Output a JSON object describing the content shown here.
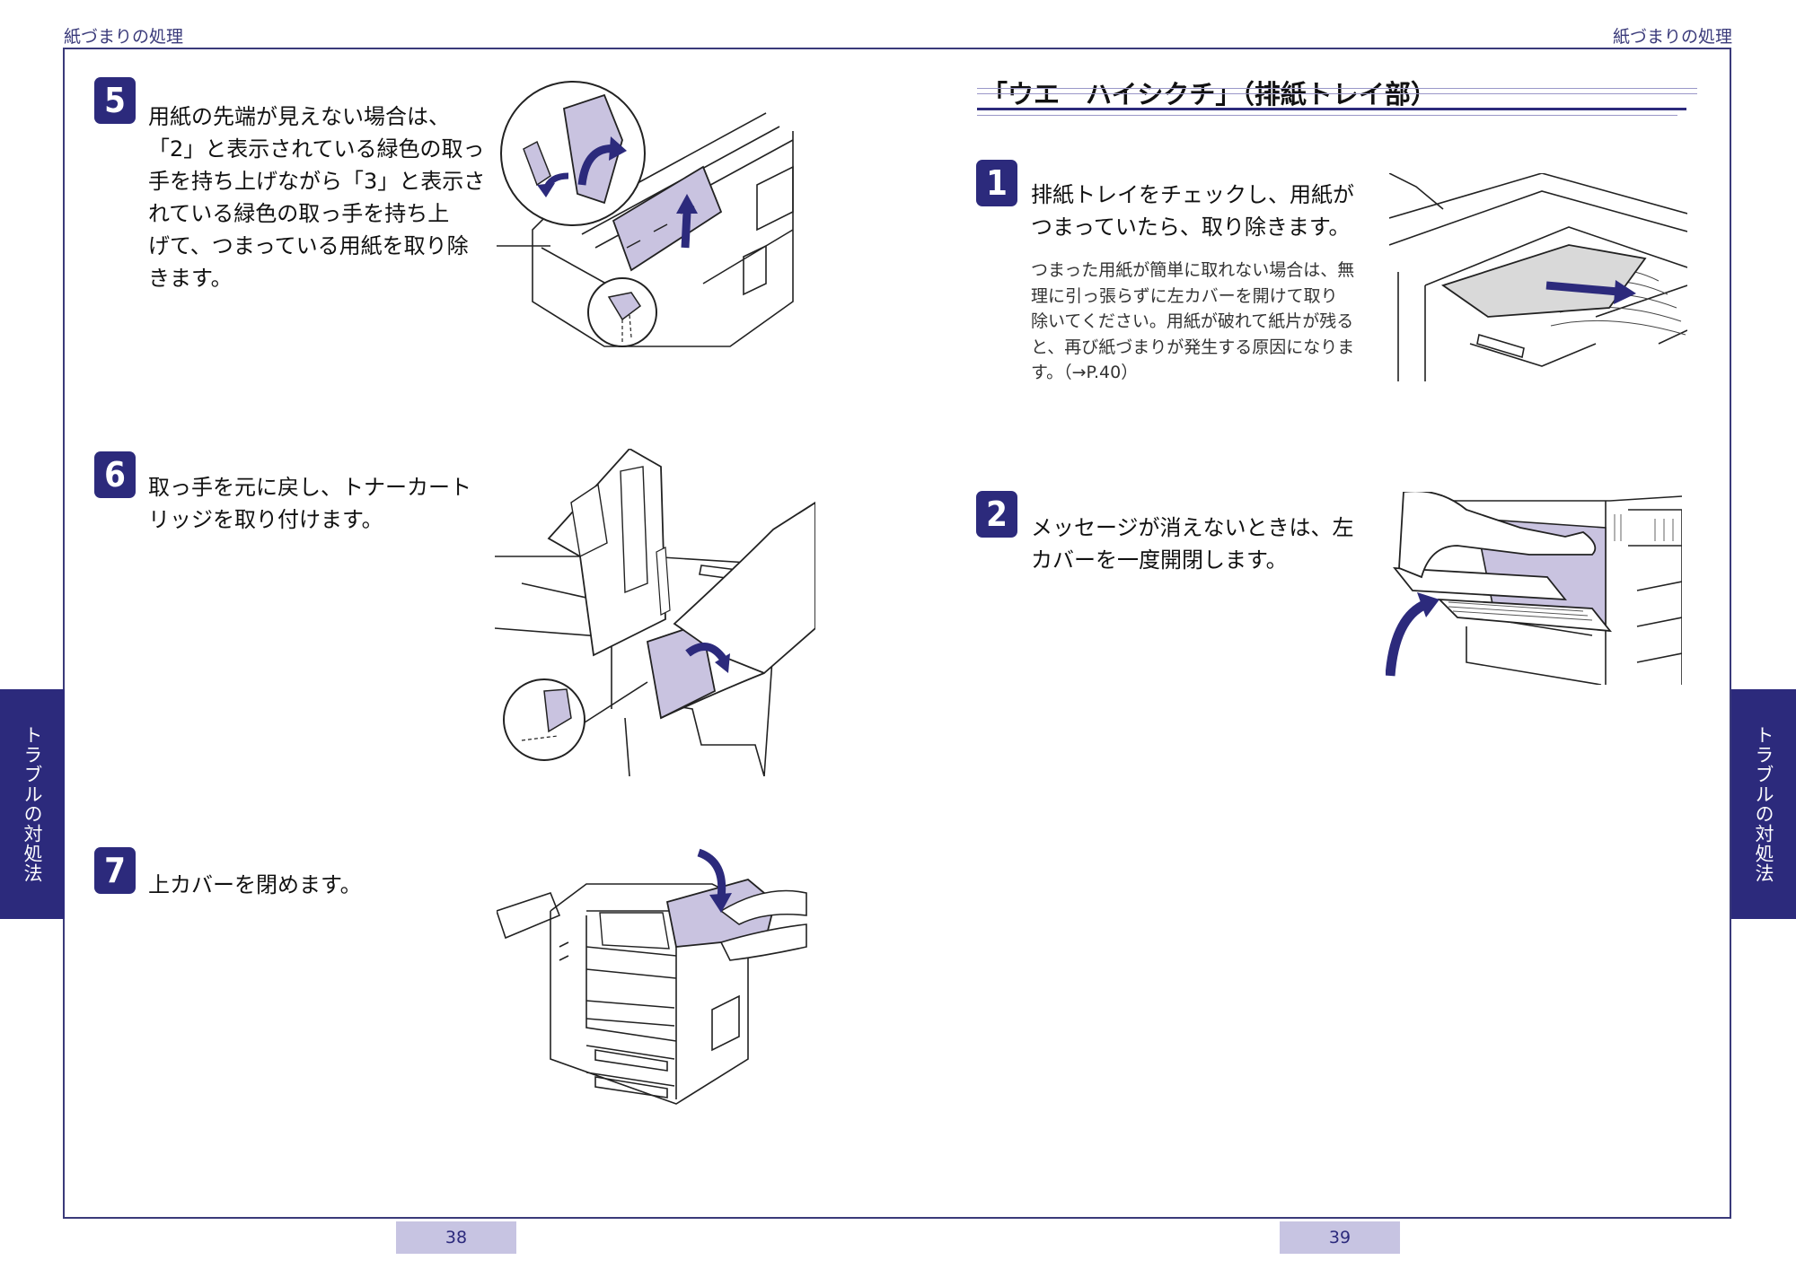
{
  "running_head": {
    "left": "紙づまりの処理",
    "right": "紙づまりの処理"
  },
  "side_tab": {
    "left": "トラブルの対処法",
    "right": "トラブルの対処法"
  },
  "page_numbers": {
    "left": "38",
    "right": "39"
  },
  "left_page": {
    "steps": [
      {
        "number": "5",
        "text": "用紙の先端が見えない場合は、\n「2」と表示されている緑色の取っ\n手を持ち上げながら「3」と表示さ\nれている緑色の取っ手を持ち上\nげて、つまっている用紙を取り除\nきます。"
      },
      {
        "number": "6",
        "text": "取っ手を元に戻し、トナーカート\nリッジを取り付けます。"
      },
      {
        "number": "7",
        "text": "上カバーを閉めます。"
      }
    ]
  },
  "right_page": {
    "section_title": "「ウエ　ハイシクチ」（排紙トレイ部）",
    "steps": [
      {
        "number": "1",
        "text": "排紙トレイをチェックし、用紙が\nつまっていたら、取り除きます。",
        "note": "つまった用紙が簡単に取れない場合は、無\n理に引っ張らずに左カバーを開けて取り\n除いてください。用紙が破れて紙片が残る\nと、再び紙づまりが発生する原因になりま\nす。（→P.40）"
      },
      {
        "number": "2",
        "text": "メッセージが消えないときは、左\nカバーを一度開閉します。"
      }
    ]
  },
  "colors": {
    "accent": "#2c2a7c",
    "page_number_bg": "#c7c4e2",
    "frame": "#3a3a7a",
    "highlight": "#c9c3e0"
  }
}
